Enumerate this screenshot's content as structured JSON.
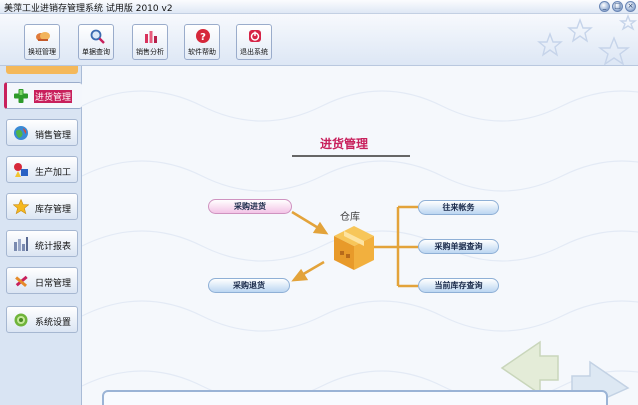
{
  "window": {
    "title": "美萍工业进销存管理系统  试用版 2010 v2",
    "controls": {
      "minimize": "_",
      "restore": "□",
      "close": "×"
    }
  },
  "toolbar": {
    "buttons": [
      {
        "label": "换班管理",
        "icon": "handshake-icon"
      },
      {
        "label": "单据查询",
        "icon": "magnifier-icon"
      },
      {
        "label": "销售分析",
        "icon": "bar-chart-icon"
      },
      {
        "label": "软件帮助",
        "icon": "help-icon"
      },
      {
        "label": "退出系统",
        "icon": "exit-icon"
      }
    ]
  },
  "sidebar": {
    "items": [
      {
        "label": "进货管理",
        "icon": "plus-icon",
        "active": true
      },
      {
        "label": "销售管理",
        "icon": "globe-icon"
      },
      {
        "label": "生产加工",
        "icon": "shapes-icon"
      },
      {
        "label": "库存管理",
        "icon": "star-icon"
      },
      {
        "label": "统计报表",
        "icon": "report-icon"
      },
      {
        "label": "日常管理",
        "icon": "tools-icon"
      },
      {
        "label": "系统设置",
        "icon": "gear-icon"
      }
    ]
  },
  "main": {
    "heading": "进货管理",
    "warehouse_label": "仓库",
    "actions": {
      "purchase_in": "采购进货",
      "purchase_return": "采购退货",
      "accounts": "往来帐务",
      "purchase_query": "采购单据查询",
      "stock_query": "当前库存查询"
    }
  },
  "colors": {
    "accent": "#c8205c",
    "connector": "#e3a33a",
    "pill_border": "#8fb0d6"
  }
}
